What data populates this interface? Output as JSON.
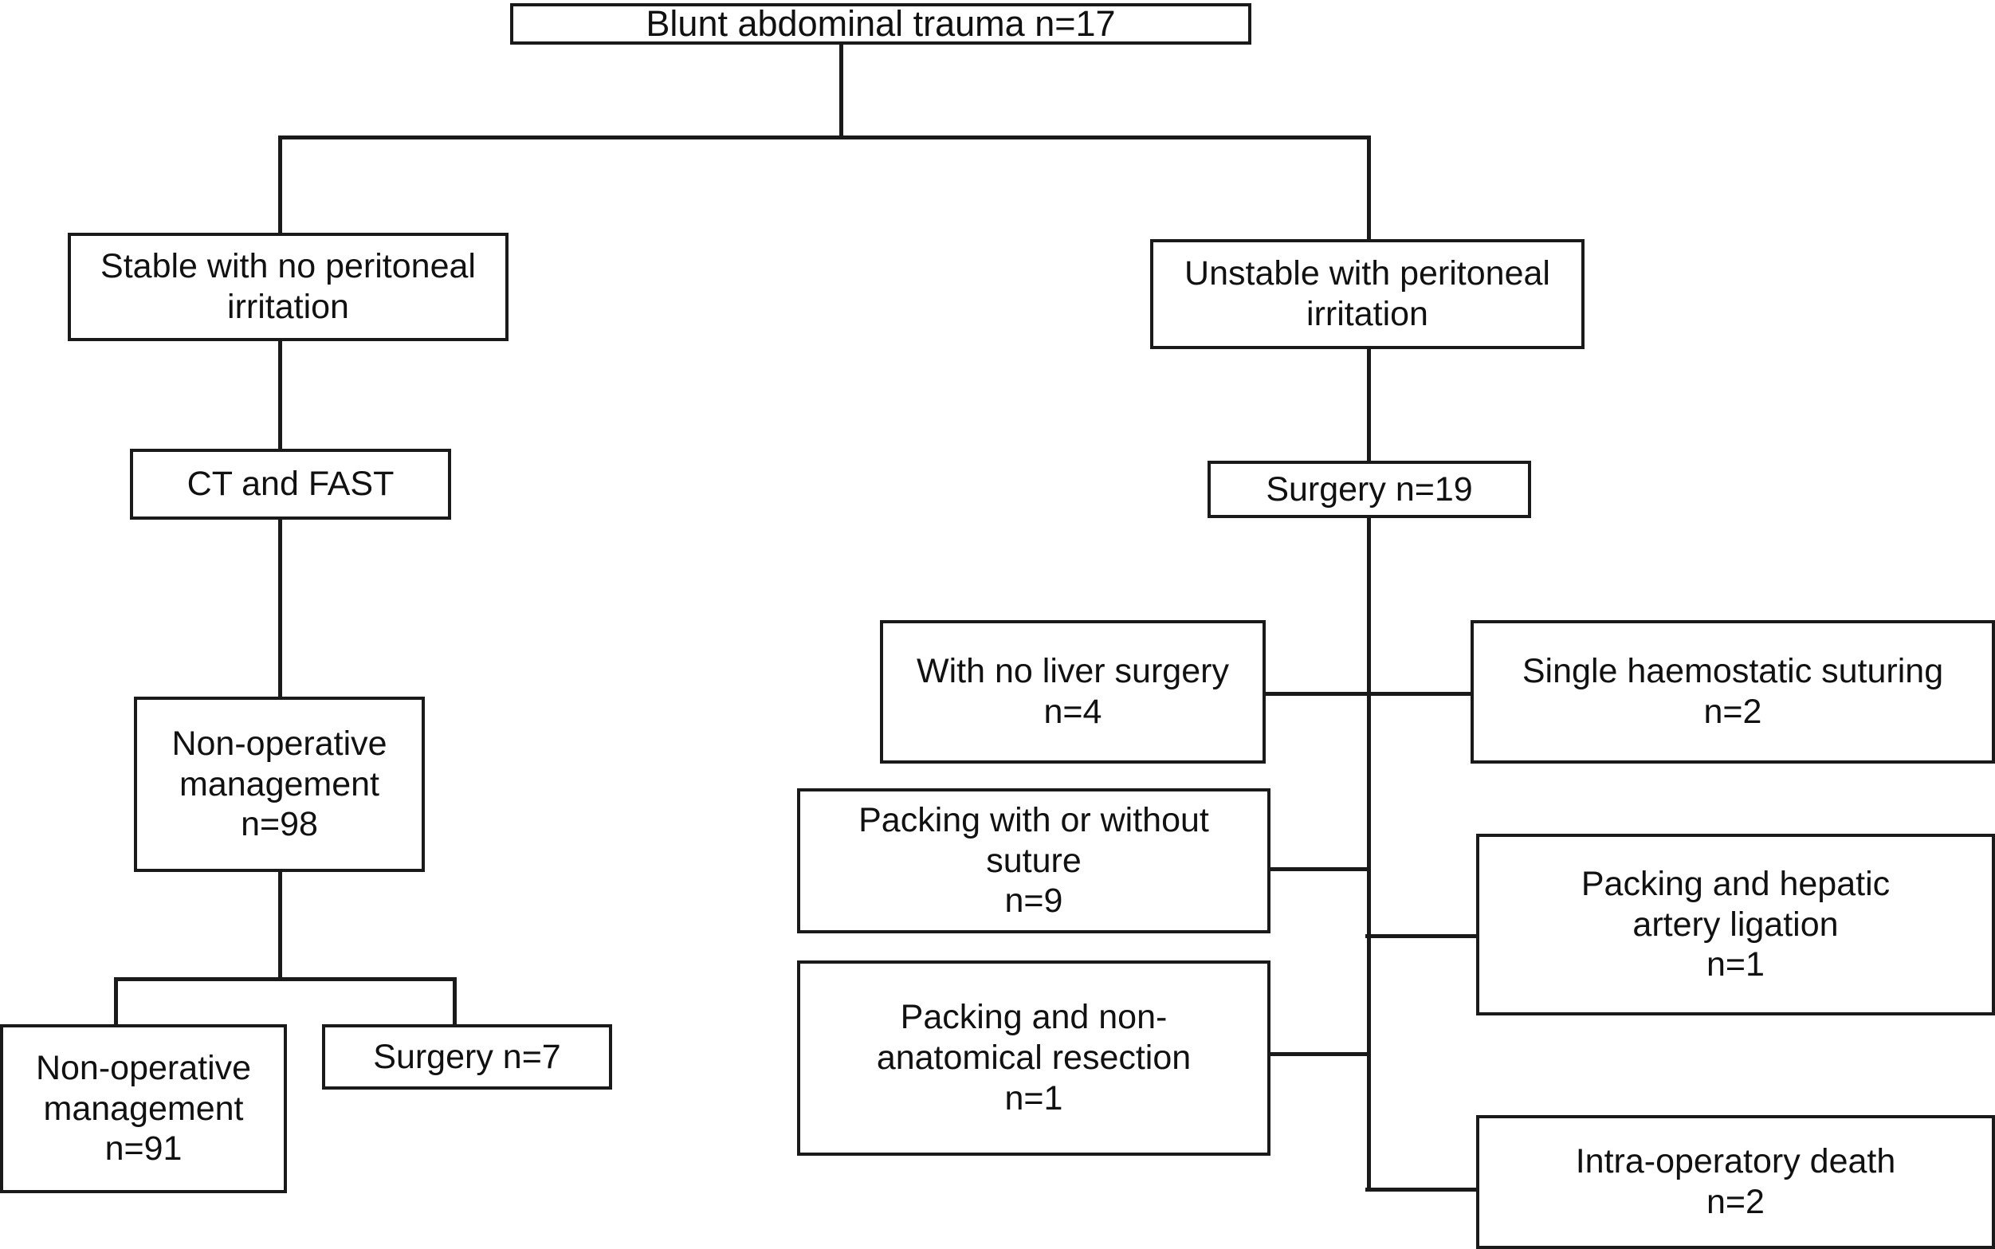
{
  "diagram": {
    "title": "Blunt abdominal trauma management flowchart",
    "type": "flowchart",
    "line_color": "#1a1a1a",
    "box_fill": "#ffffff",
    "nodes": {
      "root": "Blunt abdominal trauma n=17",
      "stable": "Stable with no peritoneal\nirritation",
      "unstable": "Unstable with peritoneal\nirritation",
      "ct_fast": "CT and FAST",
      "surgery_right": "Surgery n=19",
      "nom_98": "Non-operative\nmanagement\nn=98",
      "nom_91": "Non-operative\nmanagement\nn=91",
      "surgery_7": "Surgery n=7",
      "no_liver_surgery": "With no liver surgery\nn=4",
      "packing_suture": "Packing with or without\nsuture\nn=9",
      "packing_resection": "Packing and non-\nanatomical resection\nn=1",
      "haemostatic_suturing": "Single haemostatic suturing\nn=2",
      "packing_hepatic": "Packing and hepatic\nartery ligation\nn=1",
      "intraop_death": "Intra-operatory death\nn=2"
    },
    "counts": {
      "root_total": 17,
      "non_operative_management": 98,
      "non_operative_management_final": 91,
      "surgery_from_nom": 7,
      "surgery_unstable": 19,
      "with_no_liver_surgery": 4,
      "packing_with_or_without_suture": 9,
      "packing_and_non_anatomical_resection": 1,
      "single_haemostatic_suturing": 2,
      "packing_and_hepatic_artery_ligation": 1,
      "intra_operatory_death": 2
    }
  }
}
